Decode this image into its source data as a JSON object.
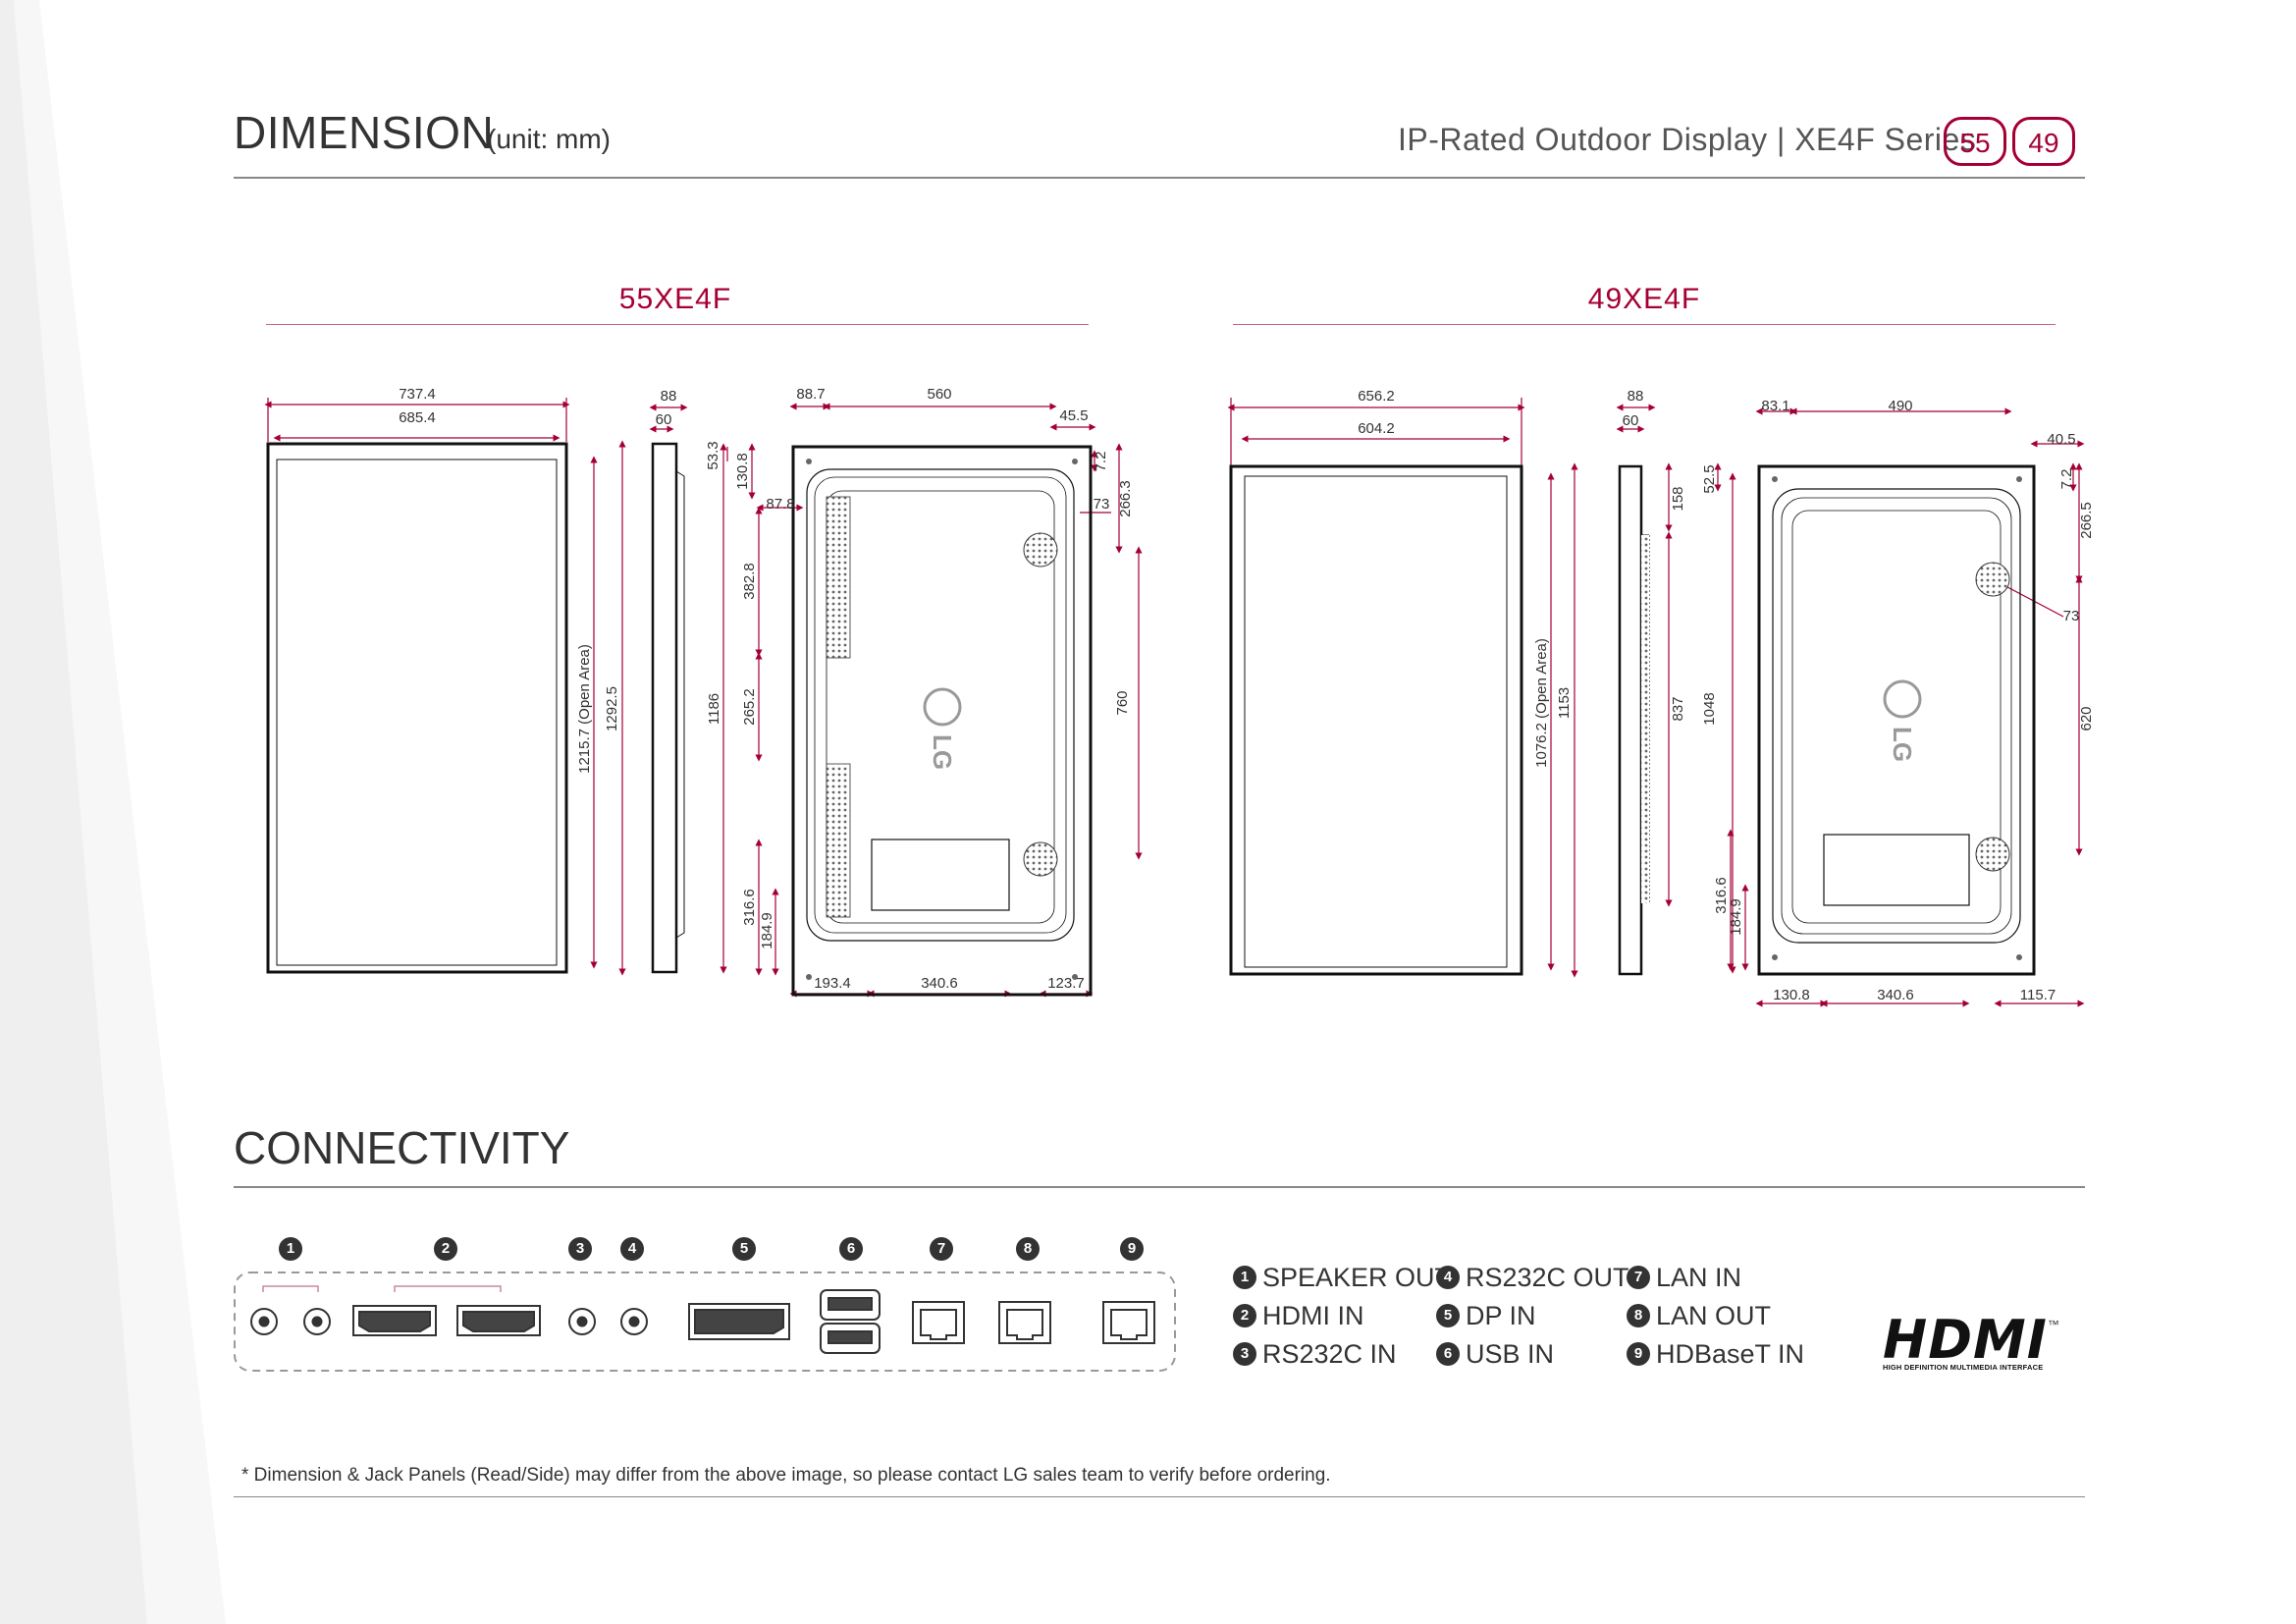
{
  "header": {
    "title": "DIMENSION",
    "unit": "(unit: mm)",
    "series": "IP-Rated Outdoor Display | XE4F Series",
    "size_badges": [
      "55",
      "49"
    ]
  },
  "models": [
    {
      "name": "55XE4F",
      "front": {
        "outer_w": "737.4",
        "inner_w": "685.4",
        "open_area_h": "1215.7 (Open Area)",
        "outer_h": "1292.5"
      },
      "side": {
        "depth": "88",
        "depth2": "60",
        "height": "1186"
      },
      "rear": {
        "top": [
          "88.7",
          "560",
          "45.5"
        ],
        "left": [
          "53.3",
          "130.8",
          "87.8",
          "382.8",
          "265.2",
          "316.6",
          "184.9"
        ],
        "right": [
          "7.2",
          "266.3",
          "73",
          "760"
        ],
        "bottom": [
          "193.4",
          "340.6",
          "123.7"
        ],
        "logo": "LG"
      }
    },
    {
      "name": "49XE4F",
      "front": {
        "outer_w": "656.2",
        "inner_w": "604.2",
        "open_area_h": "1076.2 (Open Area)",
        "outer_h": "1153"
      },
      "side": {
        "depth": "88",
        "depth2": "60",
        "height": "158",
        "height2": "837"
      },
      "rear": {
        "top": [
          "83.1",
          "490",
          "40.5"
        ],
        "left": [
          "52.5",
          "1048",
          "316.6",
          "184.9"
        ],
        "right": [
          "7.2",
          "266.5",
          "73",
          "620"
        ],
        "bottom": [
          "130.8",
          "340.6",
          "115.7"
        ],
        "logo": "LG"
      }
    }
  ],
  "connectivity": {
    "title": "CONNECTIVITY",
    "port_numbers": [
      "1",
      "2",
      "3",
      "4",
      "5",
      "6",
      "7",
      "8",
      "9"
    ],
    "legend": [
      {
        "num": "1",
        "label": "SPEAKER OUT"
      },
      {
        "num": "2",
        "label": "HDMI IN"
      },
      {
        "num": "3",
        "label": "RS232C IN"
      },
      {
        "num": "4",
        "label": "RS232C OUT"
      },
      {
        "num": "5",
        "label": "DP IN"
      },
      {
        "num": "6",
        "label": "USB IN"
      },
      {
        "num": "7",
        "label": "LAN IN"
      },
      {
        "num": "8",
        "label": "LAN OUT"
      },
      {
        "num": "9",
        "label": "HDBaseT IN"
      }
    ],
    "hdmi_logo": {
      "word": "HDMI",
      "tagline": "HIGH DEFINITION MULTIMEDIA INTERFACE",
      "tm": "™"
    }
  },
  "footnote": "* Dimension & Jack Panels (Read/Side) may differ from the above image, so please contact LG sales team to verify before ordering.",
  "colors": {
    "accent": "#a50034",
    "text": "#333333",
    "rule": "#888888"
  }
}
